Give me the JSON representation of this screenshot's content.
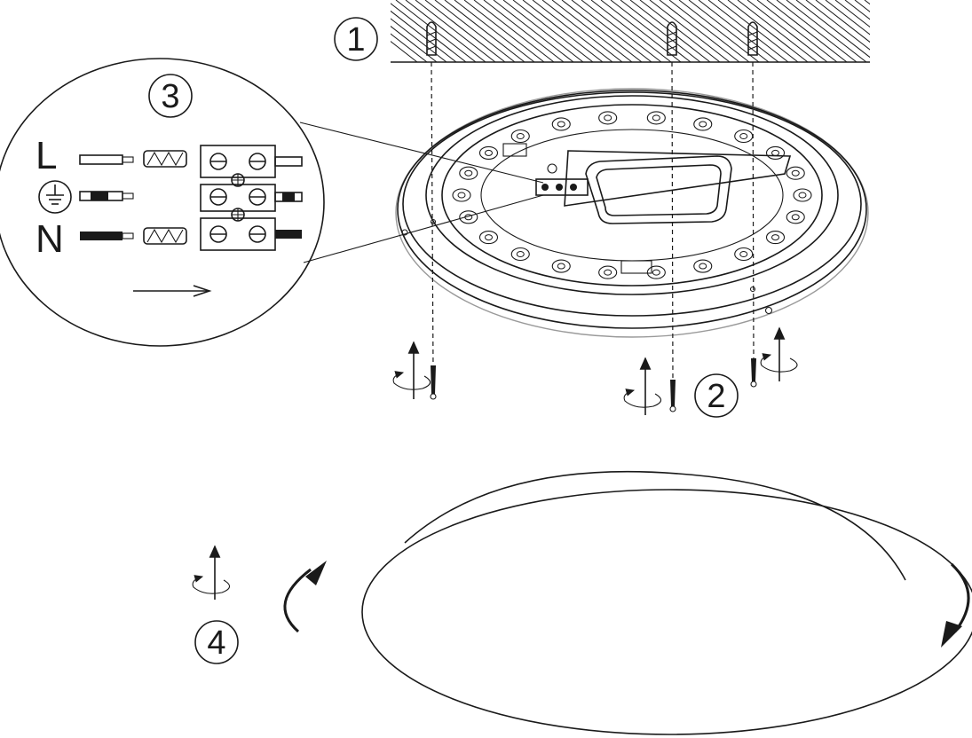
{
  "steps": {
    "step1": "1",
    "step2": "2",
    "step3": "3",
    "step4": "4"
  },
  "wiring": {
    "live_label": "L",
    "neutral_label": "N",
    "earth_symbol": "earth-ground-icon"
  },
  "colors": {
    "line": "#1a1a1a",
    "background": "#ffffff"
  }
}
